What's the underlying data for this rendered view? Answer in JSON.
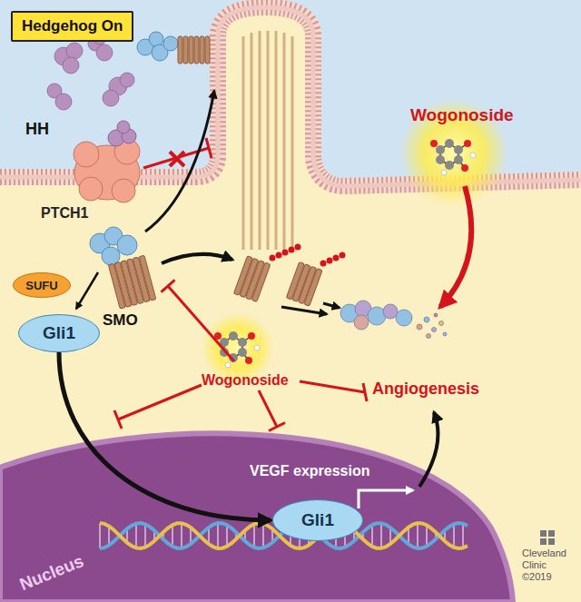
{
  "diagram": {
    "nodes": [
      {
        "text": [
          "Hedgehog On"
        ]
      },
      {
        "text": [
          "SUFU"
        ]
      },
      {
        "text": [
          "Gli1"
        ]
      },
      {
        "text": [
          "Nucleus"
        ]
      },
      {
        "text": [
          "Gli1"
        ],
        "in": 3
      }
    ],
    "edges": [
      {
        "from": 2,
        "to": 4,
        "arrow": "to"
      }
    ],
    "labels": [
      "HH",
      "PTCH1",
      "Wogonoside",
      "SMO",
      "Wogonoside",
      "Angiogenesis",
      "VEGF expression",
      "Cleveland",
      "Clinic",
      "©2019"
    ]
  }
}
